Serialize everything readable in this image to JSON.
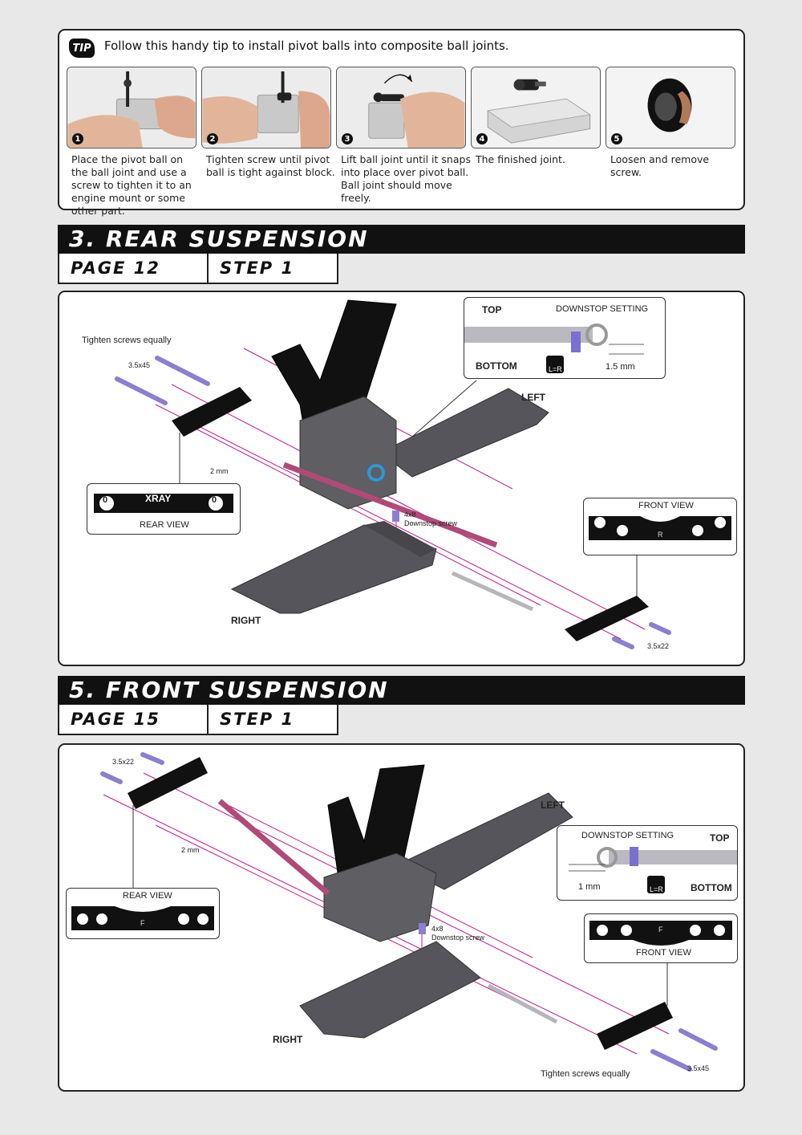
{
  "tip": {
    "badge": "TIP",
    "text": "Follow this handy tip to install pivot balls into composite ball joints.",
    "steps": [
      {
        "num": "1",
        "caption": "Place the pivot ball on the ball joint and use a screw to tighten it to an engine mount or some other part."
      },
      {
        "num": "2",
        "caption": "Tighten screw until pivot ball is tight against block."
      },
      {
        "num": "3",
        "caption": "Lift ball joint until it snaps into place over pivot ball. Ball joint should move freely."
      },
      {
        "num": "4",
        "caption": "The finished joint."
      },
      {
        "num": "5",
        "caption": "Loosen and remove screw."
      }
    ]
  },
  "rear": {
    "title": "3. REAR SUSPENSION",
    "page": "PAGE 12",
    "step": "STEP 1",
    "labels": {
      "tighten": "Tighten screws equally",
      "screw_long": "3.5x45",
      "hex": "2 mm",
      "rear_view": "REAR VIEW",
      "brand": "XRAY",
      "zero_left": "0",
      "zero_right": "0",
      "downstop_screw_size": "4x8",
      "downstop_screw": "Downstop screw",
      "front_view": "FRONT VIEW",
      "front_view_letter": "R",
      "screw_short": "3.5x22",
      "left": "LEFT",
      "right": "RIGHT",
      "downstop_setting": "DOWNSTOP SETTING",
      "top": "TOP",
      "bottom": "BOTTOM",
      "measure": "1.5 mm",
      "lr_badge": "L=R"
    }
  },
  "front": {
    "title": "5. FRONT SUSPENSION",
    "page": "PAGE 15",
    "step": "STEP 1",
    "labels": {
      "screw_short": "3.5x22",
      "hex": "2 mm",
      "rear_view": "REAR VIEW",
      "rear_view_letter": "F",
      "downstop_screw_size": "4x8",
      "downstop_screw": "Downstop screw",
      "front_view": "FRONT VIEW",
      "front_view_letter": "F",
      "tighten": "Tighten screws equally",
      "screw_long": "3.5x45",
      "left": "LEFT",
      "right": "RIGHT",
      "downstop_setting": "DOWNSTOP SETTING",
      "top": "TOP",
      "bottom": "BOTTOM",
      "measure": "1 mm",
      "lr_badge": "L=R"
    }
  },
  "colors": {
    "guide_line": "#c2188a",
    "screw": "#8a7fd0",
    "arm": "#55555b",
    "plate": "#111111",
    "axle": "#b04a78",
    "bearing": "#2a9ad8"
  }
}
